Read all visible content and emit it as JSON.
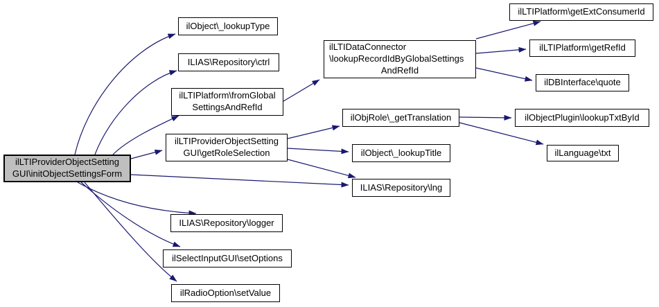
{
  "graph": {
    "type": "call-graph",
    "colors": {
      "edge": "#191970",
      "node_border": "#000000",
      "node_fill": "#ffffff",
      "highlight_fill": "#bfbfbf"
    },
    "nodes": {
      "init_form": {
        "lines": [
          "ilLTIProviderObjectSetting",
          "GUI\\initObjectSettingsForm"
        ],
        "highlighted": true
      },
      "lookup_type": {
        "lines": [
          "ilObject\\_lookupType"
        ]
      },
      "ctrl": {
        "lines": [
          "ILIAS\\Repository\\ctrl"
        ]
      },
      "from_global": {
        "lines": [
          "ilLTIPlatform\\fromGlobal",
          "SettingsAndRefId"
        ]
      },
      "get_role_selection": {
        "lines": [
          "ilLTIProviderObjectSetting",
          "GUI\\getRoleSelection"
        ]
      },
      "logger": {
        "lines": [
          "ILIAS\\Repository\\logger"
        ]
      },
      "set_options": {
        "lines": [
          "ilSelectInputGUI\\setOptions"
        ]
      },
      "set_value": {
        "lines": [
          "ilRadioOption\\setValue"
        ]
      },
      "lookup_record": {
        "lines": [
          "ilLTIDataConnector",
          "\\lookupRecordIdByGlobalSettings",
          "AndRefId"
        ]
      },
      "get_ext_consumer_id": {
        "lines": [
          "ilLTIPlatform\\getExtConsumerId"
        ]
      },
      "get_ref_id": {
        "lines": [
          "ilLTIPlatform\\getRefId"
        ]
      },
      "quote": {
        "lines": [
          "ilDBInterface\\quote"
        ]
      },
      "get_translation": {
        "lines": [
          "ilObjRole\\_getTranslation"
        ]
      },
      "lookup_title": {
        "lines": [
          "ilObject\\_lookupTitle"
        ]
      },
      "lng": {
        "lines": [
          "ILIAS\\Repository\\lng"
        ]
      },
      "lookup_txt_by_id": {
        "lines": [
          "ilObjectPlugin\\lookupTxtById"
        ]
      },
      "txt": {
        "lines": [
          "ilLanguage\\txt"
        ]
      }
    },
    "edges": [
      {
        "from": "init_form",
        "to": "lookup_type"
      },
      {
        "from": "init_form",
        "to": "ctrl"
      },
      {
        "from": "init_form",
        "to": "from_global"
      },
      {
        "from": "init_form",
        "to": "get_role_selection"
      },
      {
        "from": "init_form",
        "to": "lng"
      },
      {
        "from": "init_form",
        "to": "logger"
      },
      {
        "from": "init_form",
        "to": "set_options"
      },
      {
        "from": "init_form",
        "to": "set_value"
      },
      {
        "from": "from_global",
        "to": "lookup_record"
      },
      {
        "from": "lookup_record",
        "to": "get_ext_consumer_id"
      },
      {
        "from": "lookup_record",
        "to": "get_ref_id"
      },
      {
        "from": "lookup_record",
        "to": "quote"
      },
      {
        "from": "get_role_selection",
        "to": "get_translation"
      },
      {
        "from": "get_role_selection",
        "to": "lookup_title"
      },
      {
        "from": "get_role_selection",
        "to": "lng"
      },
      {
        "from": "get_translation",
        "to": "lookup_txt_by_id"
      },
      {
        "from": "get_translation",
        "to": "txt"
      }
    ]
  }
}
